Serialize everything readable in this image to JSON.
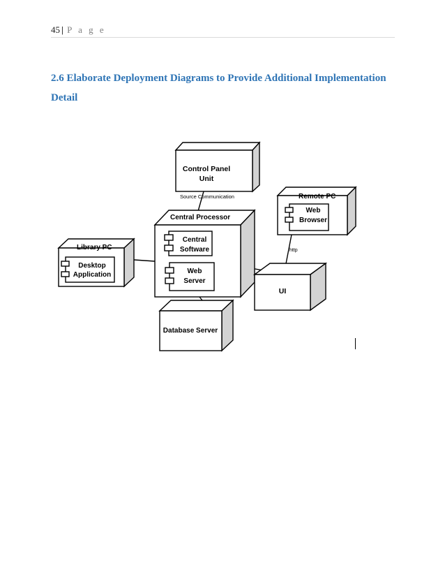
{
  "header": {
    "page_number": "45",
    "separator": "|",
    "page_word": "P a g e"
  },
  "heading": {
    "line1": "2.6 Elaborate Deployment Diagrams to Provide Additional Implementation",
    "line2": "Detail"
  },
  "diagram": {
    "nodes": {
      "control_panel": {
        "line1": "Control Panel",
        "line2": "Unit"
      },
      "central_processor": {
        "title": "Central Processor"
      },
      "library_pc": {
        "title": "Library PC"
      },
      "remote_pc": {
        "title": "Remote PC"
      },
      "ui": {
        "title": "UI"
      },
      "database_server": {
        "title": "Database Server"
      }
    },
    "components": {
      "central_software": {
        "line1": "Central",
        "line2": "Software"
      },
      "web_server": {
        "line1": "Web",
        "line2": "Server"
      },
      "desktop_application": {
        "line1": "Desktop",
        "line2": "Application"
      },
      "web_browser": {
        "line1": "Web",
        "line2": "Browser"
      }
    },
    "edge_labels": {
      "source_communication": "Source Communication",
      "http": "http"
    }
  }
}
